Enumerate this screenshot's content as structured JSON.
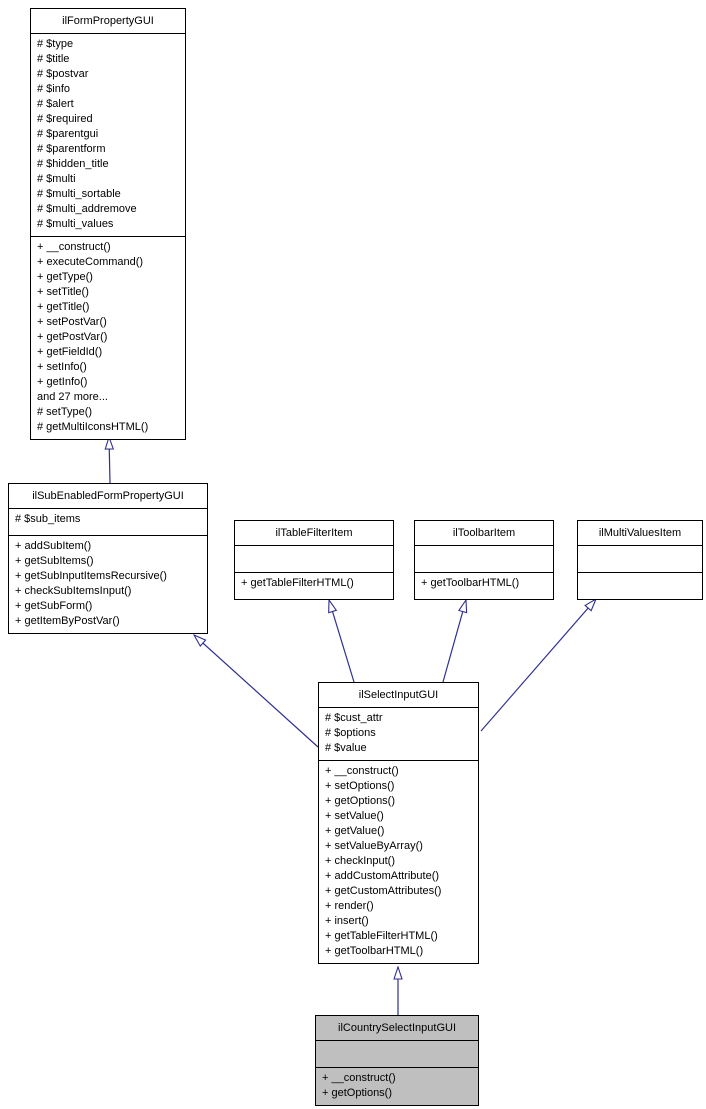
{
  "classes": {
    "ilFormPropertyGUI": {
      "name": "ilFormPropertyGUI",
      "attributes": [
        "# $type",
        "# $title",
        "# $postvar",
        "# $info",
        "# $alert",
        "# $required",
        "# $parentgui",
        "# $parentform",
        "# $hidden_title",
        "# $multi",
        "# $multi_sortable",
        "# $multi_addremove",
        "# $multi_values"
      ],
      "methods": [
        "+ __construct()",
        "+ executeCommand()",
        "+ getType()",
        "+ setTitle()",
        "+ getTitle()",
        "+ setPostVar()",
        "+ getPostVar()",
        "+ getFieldId()",
        "+ setInfo()",
        "+ getInfo()",
        "and 27 more...",
        "# setType()",
        "# getMultiIconsHTML()"
      ]
    },
    "ilSubEnabledFormPropertyGUI": {
      "name": "ilSubEnabledFormPropertyGUI",
      "attributes": [
        "# $sub_items"
      ],
      "methods": [
        "+ addSubItem()",
        "+ getSubItems()",
        "+ getSubInputItemsRecursive()",
        "+ checkSubItemsInput()",
        "+ getSubForm()",
        "+ getItemByPostVar()"
      ]
    },
    "ilTableFilterItem": {
      "name": "ilTableFilterItem",
      "attributes": [],
      "methods": [
        "+ getTableFilterHTML()"
      ]
    },
    "ilToolbarItem": {
      "name": "ilToolbarItem",
      "attributes": [],
      "methods": [
        "+ getToolbarHTML()"
      ]
    },
    "ilMultiValuesItem": {
      "name": "ilMultiValuesItem",
      "attributes": [],
      "methods": []
    },
    "ilSelectInputGUI": {
      "name": "ilSelectInputGUI",
      "attributes": [
        "# $cust_attr",
        "# $options",
        "# $value"
      ],
      "methods": [
        "+ __construct()",
        "+ setOptions()",
        "+ getOptions()",
        "+ setValue()",
        "+ getValue()",
        "+ setValueByArray()",
        "+ checkInput()",
        "+ addCustomAttribute()",
        "+ getCustomAttributes()",
        "+ render()",
        "+ insert()",
        "+ getTableFilterHTML()",
        "+ getToolbarHTML()"
      ]
    },
    "ilCountrySelectInputGUI": {
      "name": "ilCountrySelectInputGUI",
      "attributes": [],
      "methods": [
        "+ __construct()",
        "+ getOptions()"
      ]
    }
  },
  "relationships": [
    {
      "child": "ilSubEnabledFormPropertyGUI",
      "parent": "ilFormPropertyGUI",
      "type": "inheritance"
    },
    {
      "child": "ilSelectInputGUI",
      "parent": "ilSubEnabledFormPropertyGUI",
      "type": "inheritance"
    },
    {
      "child": "ilSelectInputGUI",
      "parent": "ilTableFilterItem",
      "type": "inheritance"
    },
    {
      "child": "ilSelectInputGUI",
      "parent": "ilToolbarItem",
      "type": "inheritance"
    },
    {
      "child": "ilSelectInputGUI",
      "parent": "ilMultiValuesItem",
      "type": "inheritance"
    },
    {
      "child": "ilCountrySelectInputGUI",
      "parent": "ilSelectInputGUI",
      "type": "inheritance"
    }
  ],
  "colors": {
    "edge": "#2f2f91",
    "border": "#000000",
    "box_fill": "#ffffff",
    "highlight_fill": "#bfbfbf"
  }
}
